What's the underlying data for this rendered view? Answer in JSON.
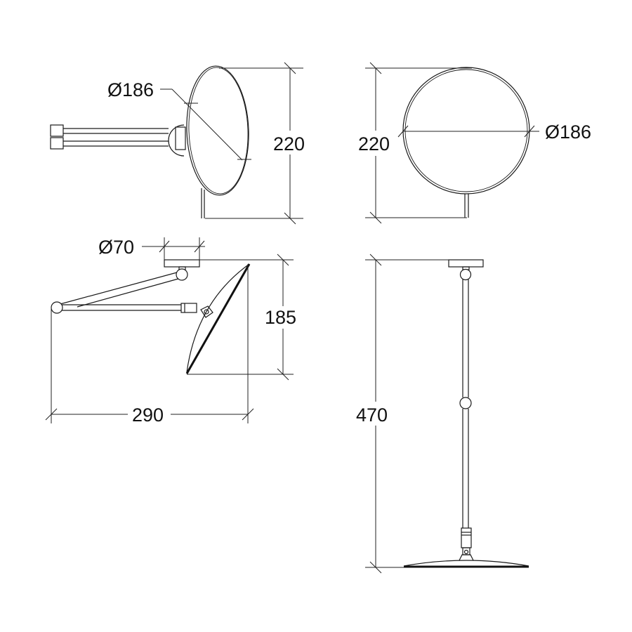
{
  "drawing": {
    "subject": "Wall-mounted magnifying mirror with articulated arm",
    "views": [
      {
        "id": "side-view",
        "dimensions": {
          "mirror_diameter": "Ø186",
          "height": "220"
        }
      },
      {
        "id": "front-view",
        "dimensions": {
          "mirror_diameter": "Ø186",
          "height": "220"
        }
      },
      {
        "id": "top-view",
        "dimensions": {
          "wall_plate_diameter": "Ø70",
          "depth": "185",
          "extension": "290"
        }
      },
      {
        "id": "extended-side-view",
        "dimensions": {
          "length": "470"
        }
      }
    ]
  },
  "labels": {
    "side_diameter": "Ø186",
    "side_height": "220",
    "front_height": "220",
    "front_diameter": "Ø186",
    "top_plate": "Ø70",
    "top_depth": "185",
    "top_extension": "290",
    "ext_length": "470"
  }
}
